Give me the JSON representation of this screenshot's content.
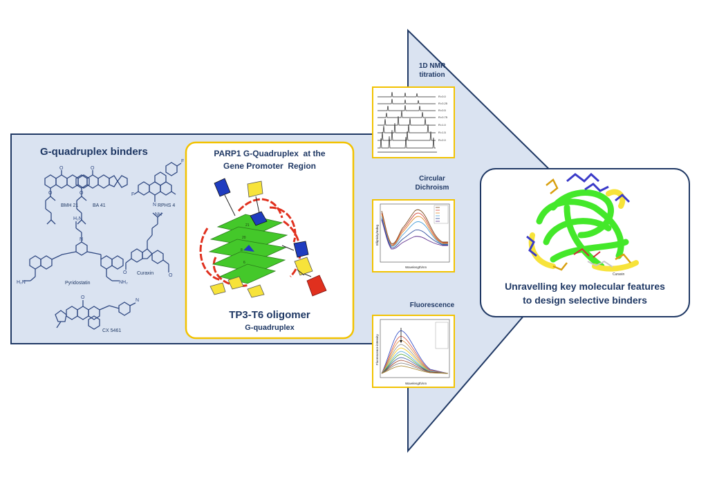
{
  "binders": {
    "title": "G-quadruplex binders",
    "compounds": [
      "BMH 21",
      "BA 41",
      "RPHS 4",
      "Pyridostatin",
      "Curaxin",
      "CX 5461"
    ]
  },
  "center": {
    "title_line1": "PARP1 G-Quadruplex  at the",
    "title_line2": "Gene Promoter  Region",
    "subtitle_line1": "TP3-T6 oligomer",
    "subtitle_line2": "G-quadruplex"
  },
  "techniques": {
    "nmr": {
      "line1": "1D NMR",
      "line2": "titration",
      "traces": [
        "R=0.0",
        "R=0.25",
        "R=0.5",
        "R=0.75",
        "R=1.0",
        "R=1.5",
        "R=2.0"
      ]
    },
    "cd": {
      "line1": "Circular",
      "line2": "Dichroism",
      "xlabel": "Wavelength/nm",
      "ylabel": "Ellipticity/mdeg"
    },
    "fluo": {
      "line1": "Fluorescence",
      "xlabel": "Wavelength/nm",
      "ylabel": "Fluorescence intensity"
    }
  },
  "result": {
    "line1": "Unravelling key molecular features",
    "line2": "to design selective binders",
    "ligand_label": "Curaxin"
  },
  "colors": {
    "panel": "#dae3f1",
    "border": "#1f3864",
    "accent": "#f2c200",
    "title_text": "#1f3864",
    "ribbon_green": "#44e82a",
    "ribbon_yellow": "#f7e33a",
    "arrow_red": "#e0301e"
  }
}
